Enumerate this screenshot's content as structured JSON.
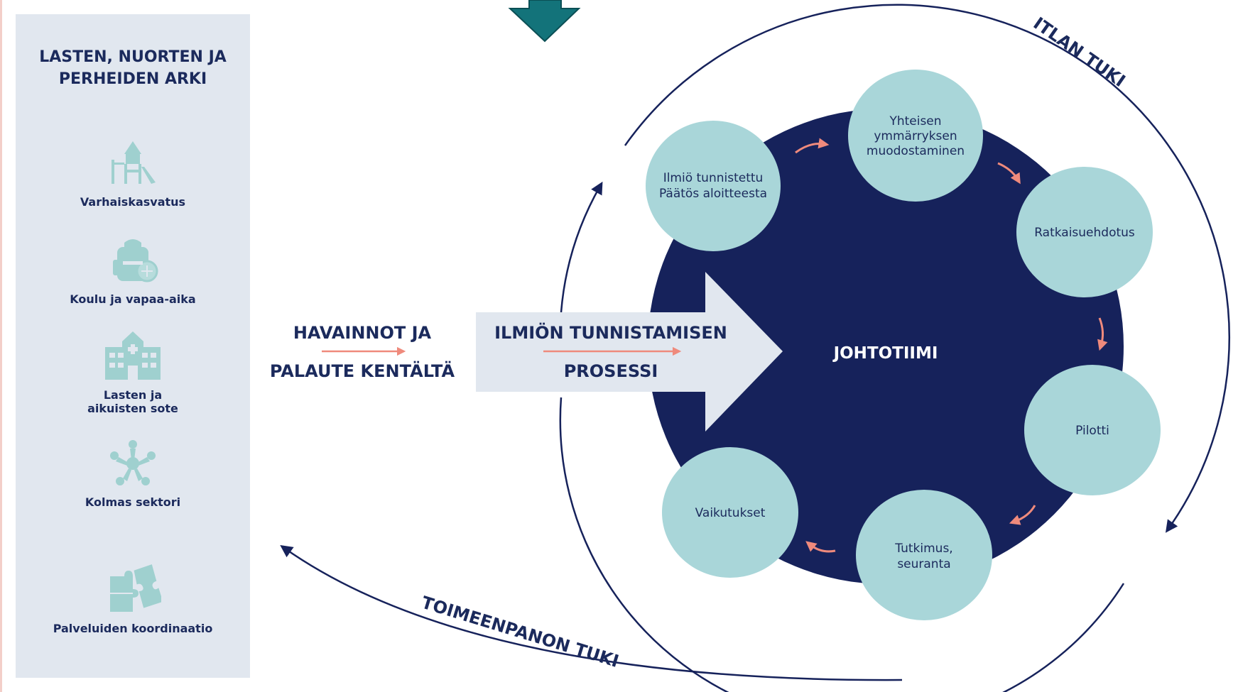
{
  "sidebar": {
    "title": "LASTEN, NUORTEN JA\nPERHEIDEN ARKI",
    "items": [
      {
        "label": "Varhaiskasvatus",
        "icon": "playground-icon"
      },
      {
        "label": "Koulu ja vapaa-aika",
        "icon": "backpack-icon"
      },
      {
        "label": "Lasten ja\naikuisten sote",
        "icon": "hospital-icon"
      },
      {
        "label": "Kolmas sektori",
        "icon": "community-icon"
      },
      {
        "label": "Palveluiden koordinaatio",
        "icon": "puzzle-icon"
      }
    ]
  },
  "input_label": {
    "line1": "HAVAINNOT JA",
    "line2": "PALAUTE KENTÄLTÄ"
  },
  "process_arrow": {
    "line1": "ILMIÖN TUNNISTAMISEN",
    "line2": "PROSESSI"
  },
  "center_label": "JOHTOTIIMI",
  "outer_labels": {
    "top": "ITLAN TUKI",
    "bottom": "TOIMEENPANON TUKI"
  },
  "nodes": [
    {
      "lines": [
        "Ilmiö tunnistettu",
        "Päätös aloitteesta"
      ]
    },
    {
      "lines": [
        "Yhteisen",
        "ymmärryksen",
        "muodostaminen"
      ]
    },
    {
      "lines": [
        "Ratkaisuehdotus"
      ]
    },
    {
      "lines": [
        "Pilotti"
      ]
    },
    {
      "lines": [
        "Tutkimus,",
        "seuranta"
      ]
    },
    {
      "lines": [
        "Vaikutukset"
      ]
    }
  ],
  "colors": {
    "navy": "#16225b",
    "node_fill": "#a9d6d9",
    "panel_bg": "#e1e7ef",
    "accent_arrow": "#ef8a7c",
    "top_arrow": "#13737a",
    "icon_color": "#9fd0cf",
    "process_box": "#e1e7ef"
  }
}
